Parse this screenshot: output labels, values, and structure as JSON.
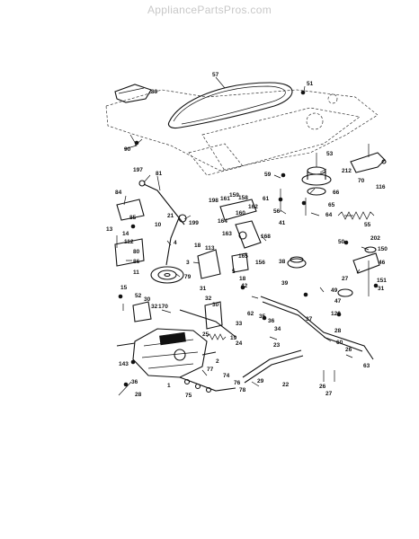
{
  "header": {
    "site": "AppliancePartsPros.com"
  },
  "callouts": [
    {
      "id": "c89",
      "text": "89"
    },
    {
      "id": "c57",
      "text": "57"
    },
    {
      "id": "c51",
      "text": "51"
    },
    {
      "id": "c90",
      "text": "90"
    },
    {
      "id": "c53",
      "text": "53"
    },
    {
      "id": "c212",
      "text": "212"
    },
    {
      "id": "c70",
      "text": "70"
    },
    {
      "id": "c116",
      "text": "116"
    },
    {
      "id": "c197",
      "text": "197"
    },
    {
      "id": "c81",
      "text": "81"
    },
    {
      "id": "c59",
      "text": "59"
    },
    {
      "id": "c66",
      "text": "66"
    },
    {
      "id": "c84",
      "text": "84"
    },
    {
      "id": "c198",
      "text": "198"
    },
    {
      "id": "c161",
      "text": "161"
    },
    {
      "id": "c159",
      "text": "159"
    },
    {
      "id": "c158",
      "text": "158"
    },
    {
      "id": "c61",
      "text": "61"
    },
    {
      "id": "c56",
      "text": "56"
    },
    {
      "id": "c65",
      "text": "65"
    },
    {
      "id": "c64",
      "text": "64"
    },
    {
      "id": "c162",
      "text": "162"
    },
    {
      "id": "c55",
      "text": "55"
    },
    {
      "id": "c85",
      "text": "85"
    },
    {
      "id": "c199",
      "text": "199"
    },
    {
      "id": "c164",
      "text": "164"
    },
    {
      "id": "c163",
      "text": "163"
    },
    {
      "id": "c41",
      "text": "41"
    },
    {
      "id": "c21",
      "text": "21"
    },
    {
      "id": "c10",
      "text": "10"
    },
    {
      "id": "c160",
      "text": "160"
    },
    {
      "id": "c13",
      "text": "13"
    },
    {
      "id": "c14",
      "text": "14"
    },
    {
      "id": "c112",
      "text": "112"
    },
    {
      "id": "c18",
      "text": "18"
    },
    {
      "id": "c168",
      "text": "168"
    },
    {
      "id": "c202",
      "text": "202"
    },
    {
      "id": "c50",
      "text": "50"
    },
    {
      "id": "c113",
      "text": "113"
    },
    {
      "id": "c4",
      "text": "4"
    },
    {
      "id": "c165",
      "text": "165"
    },
    {
      "id": "c156",
      "text": "156"
    },
    {
      "id": "c150",
      "text": "150"
    },
    {
      "id": "c3",
      "text": "3"
    },
    {
      "id": "c80",
      "text": "80"
    },
    {
      "id": "c86",
      "text": "86"
    },
    {
      "id": "c38",
      "text": "38"
    },
    {
      "id": "c46",
      "text": "46"
    },
    {
      "id": "c11",
      "text": "11"
    },
    {
      "id": "c5",
      "text": "5"
    },
    {
      "id": "c27",
      "text": "27"
    },
    {
      "id": "c79",
      "text": "79"
    },
    {
      "id": "c18b",
      "text": "18"
    },
    {
      "id": "c39",
      "text": "39"
    },
    {
      "id": "c49",
      "text": "49"
    },
    {
      "id": "c151",
      "text": "151"
    },
    {
      "id": "c15",
      "text": "15"
    },
    {
      "id": "c31",
      "text": "31"
    },
    {
      "id": "c42",
      "text": "42"
    },
    {
      "id": "c47",
      "text": "47"
    },
    {
      "id": "c31b",
      "text": "31"
    },
    {
      "id": "c52",
      "text": "52"
    },
    {
      "id": "c30",
      "text": "30"
    },
    {
      "id": "c32",
      "text": "32"
    },
    {
      "id": "c35",
      "text": "35"
    },
    {
      "id": "c36",
      "text": "36"
    },
    {
      "id": "c37",
      "text": "37"
    },
    {
      "id": "c120",
      "text": "120"
    },
    {
      "id": "c170",
      "text": "170"
    },
    {
      "id": "c32b",
      "text": "32"
    },
    {
      "id": "c30b",
      "text": "30"
    },
    {
      "id": "c62",
      "text": "62"
    },
    {
      "id": "c33",
      "text": "33"
    },
    {
      "id": "c34",
      "text": "34"
    },
    {
      "id": "c25",
      "text": "25"
    },
    {
      "id": "c19",
      "text": "19"
    },
    {
      "id": "c24",
      "text": "24"
    },
    {
      "id": "c23",
      "text": "23"
    },
    {
      "id": "c143",
      "text": "143"
    },
    {
      "id": "c77",
      "text": "77"
    },
    {
      "id": "c2",
      "text": "2"
    },
    {
      "id": "c28",
      "text": "28"
    },
    {
      "id": "c60",
      "text": "60"
    },
    {
      "id": "c26",
      "text": "26"
    },
    {
      "id": "c74",
      "text": "74"
    },
    {
      "id": "c29",
      "text": "29"
    },
    {
      "id": "c22",
      "text": "22"
    },
    {
      "id": "c36b",
      "text": "36"
    },
    {
      "id": "c1",
      "text": "1"
    },
    {
      "id": "c76",
      "text": "76"
    },
    {
      "id": "c78",
      "text": "78"
    },
    {
      "id": "c75",
      "text": "75"
    },
    {
      "id": "c26b",
      "text": "26"
    },
    {
      "id": "c27b",
      "text": "27"
    },
    {
      "id": "c63",
      "text": "63"
    },
    {
      "id": "c28b",
      "text": "28"
    }
  ]
}
